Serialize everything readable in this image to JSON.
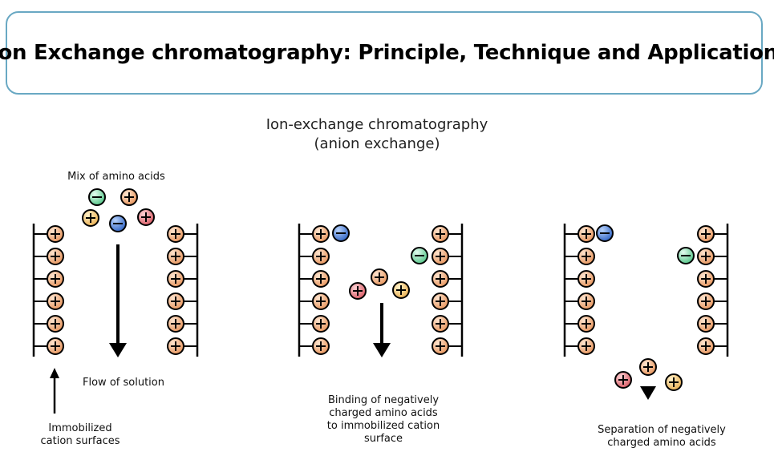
{
  "header": {
    "title": "Ion Exchange chromatography: Principle, Technique and Application"
  },
  "figure": {
    "title_line1": "Ion-exchange chromatography",
    "title_line2": "(anion exchange)",
    "panel1": {
      "mix_label": "Mix of amino acids",
      "flow_label": "Flow of solution",
      "surface_label_line1": "Immobilized",
      "surface_label_line2": "cation surfaces"
    },
    "panel2": {
      "caption_line1": "Binding of negatively",
      "caption_line2": "charged amino acids",
      "caption_line3": "to immobilized cation",
      "caption_line4": "surface"
    },
    "panel3": {
      "caption_line1": "Separation of negatively",
      "caption_line2": "charged amino acids"
    },
    "colors": {
      "cation_fill": "#f2b88a",
      "red_fill": "#e8848a",
      "yellow_fill": "#f6d089",
      "green_fill": "#8fe0b0",
      "blue_fill": "#4d87df"
    }
  }
}
